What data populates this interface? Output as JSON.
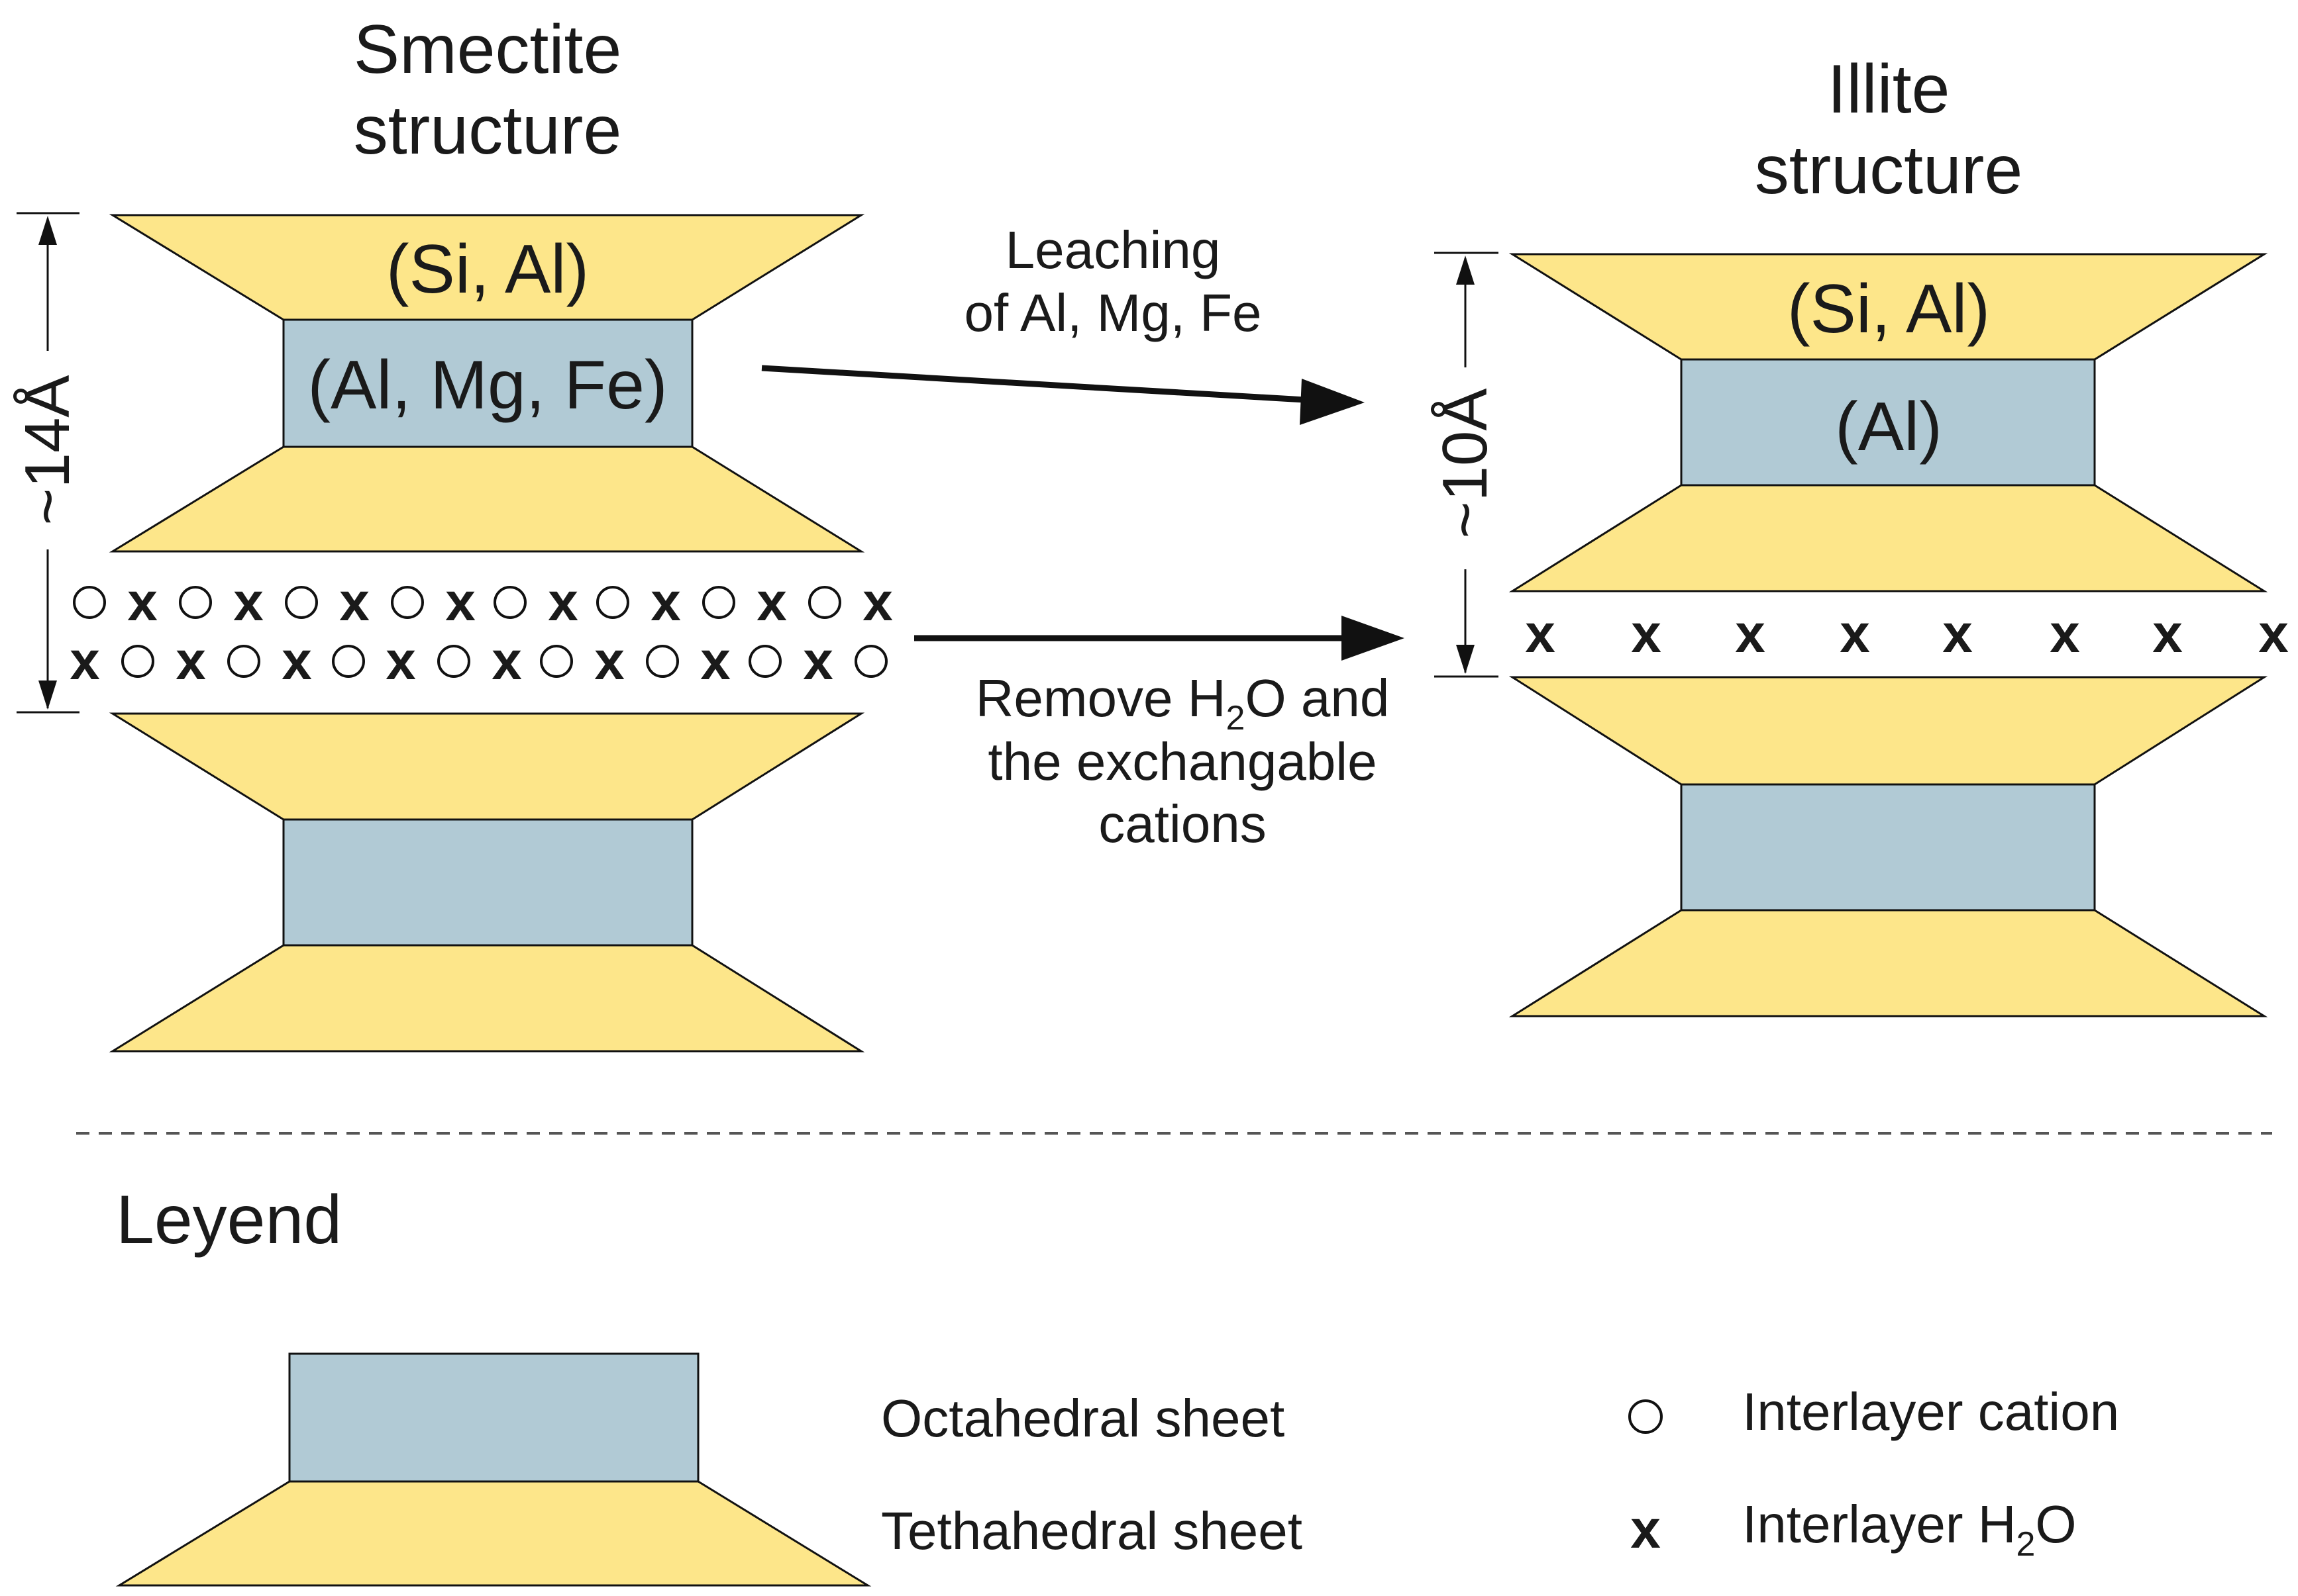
{
  "smectite": {
    "title_line1": "Smectite",
    "title_line2": "structure",
    "tetrahedral_label": "(Si, Al)",
    "octahedral_label": "(Al, Mg, Fe)",
    "spacing": "~14Å"
  },
  "illite": {
    "title_line1": "Illite",
    "title_line2": "structure",
    "tetrahedral_label": "(Si, Al)",
    "octahedral_label": "(Al)",
    "spacing": "~10Å"
  },
  "arrows": {
    "top_line1": "Leaching",
    "top_line2": "of Al, Mg, Fe",
    "bottom_line1_pre": "Remove H",
    "bottom_line1_sub": "2",
    "bottom_line1_post": "O and",
    "bottom_line2": "the exchangable",
    "bottom_line3": "cations"
  },
  "symbols": {
    "cation": "○",
    "water": "x"
  },
  "legend": {
    "title": "Leyend",
    "octahedral": "Octahedral sheet",
    "tetrahedral": "Tethahedral sheet",
    "cation": "Interlayer cation",
    "water_pre": "Interlayer H",
    "water_sub": "2",
    "water_post": "O"
  },
  "colors": {
    "tetrahedral_fill": "#fde68a",
    "octahedral_fill": "#b1cad5",
    "outline": "#111111"
  }
}
